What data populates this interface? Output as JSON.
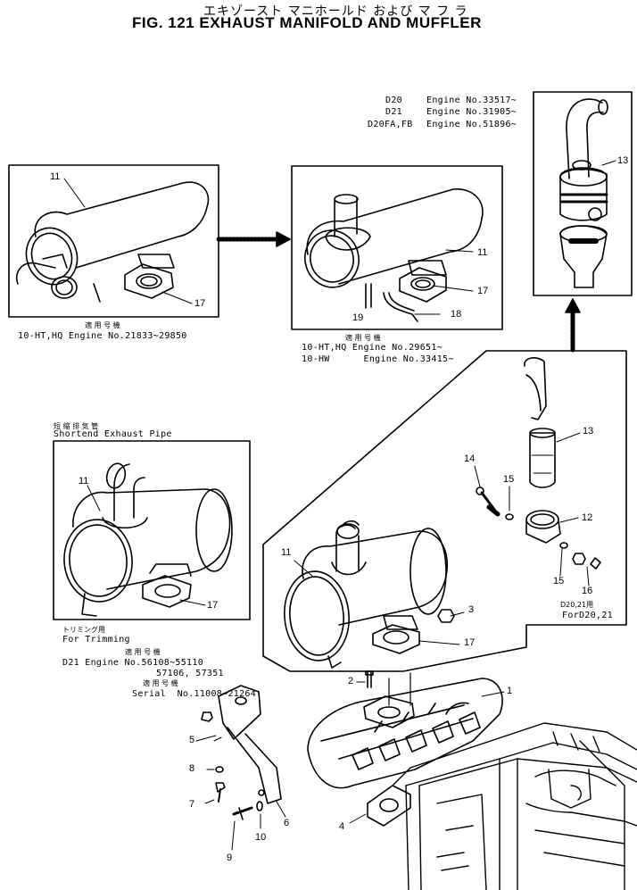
{
  "title": {
    "japanese": "エキゾースト マニホールド および マ フ ラ",
    "english": "FIG. 121  EXHAUST MANIFOLD AND MUFFLER"
  },
  "top_right_engines": {
    "models": [
      "D20",
      "D21",
      "D20FA,FB"
    ],
    "engine_numbers": [
      "Engine No.33517∼",
      "Engine No.31905∼",
      "Engine No.51896∼"
    ]
  },
  "box1": {
    "applicable_label": "適 用 号 機",
    "caption": "10-HT,HQ Engine No.21833∼29850"
  },
  "box2": {
    "applicable_label": "適 用 号 機",
    "caption_line1": "10-HT,HQ Engine No.29651∼",
    "caption_line2": "10-HW      Engine No.33415∼"
  },
  "box3": {
    "label_jp": "短 縮 排 気 管",
    "label_en": "Shortend Exhaust Pipe",
    "trimming_jp": "トリミング用",
    "trimming_en": "For Trimming",
    "applicable_label1": "適 用 号 機",
    "engine_line1": "D21 Engine No.56108∼55110",
    "engine_line2": "57106, 57351",
    "applicable_label2": "適 用 号 機",
    "serial_line": "Serial  No.11008∼21264"
  },
  "main": {
    "d20_jp": "D20,21用",
    "d20_en": "ForD20,21"
  },
  "callouts": {
    "c1": "1",
    "c2": "2",
    "c3": "3",
    "c4": "4",
    "c5": "5",
    "c6": "6",
    "c7": "7",
    "c8": "8",
    "c9": "9",
    "c10": "10",
    "c11": "11",
    "c12": "12",
    "c13": "13",
    "c14": "14",
    "c15": "15",
    "c16": "16",
    "c17": "17",
    "c18": "18",
    "c19": "19"
  }
}
